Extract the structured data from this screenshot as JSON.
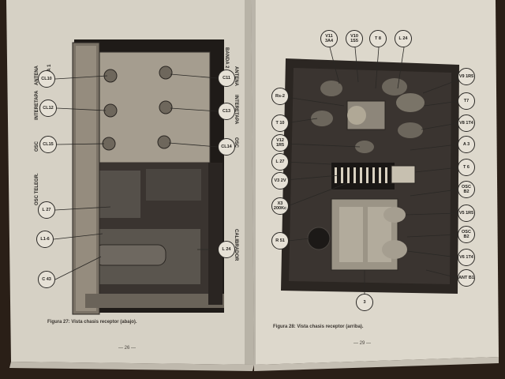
{
  "left_page": {
    "caption": "Figura 27: Vista chasis receptor (abajo).",
    "page_number": "— 26 —",
    "side_labels": {
      "banda1": "BANDA 1",
      "antena": "ANTENA",
      "interetapa": "INTERETAPA",
      "osc": "OSC",
      "osc_teleg": "OSC TELEGR.",
      "banda2": "BANDA 2",
      "antena2": "ANTENA",
      "interetapa2": "INTERETAPA",
      "osc2": "OSC",
      "calibrador": "CALIBRADOR"
    },
    "callouts": [
      "CL10",
      "CL12",
      "CL15",
      "L 27",
      "L1-6",
      "C 43",
      "C11",
      "C13",
      "CL14",
      "L 24"
    ]
  },
  "right_page": {
    "caption": "Figura 28: Vista chasis receptor (arriba).",
    "page_number": "— 29 —",
    "callouts": [
      "V11 3A4",
      "V10 1S5",
      "T 8",
      "L 24",
      "V9 1R5",
      "Rs-2",
      "T7",
      "T 10",
      "V12 1R5",
      "V8 1T4",
      "L 27",
      "A 3",
      "V3 2V",
      "T 6",
      "X3 200Kc",
      "OSC B2",
      "V5 1R5",
      "R 51",
      "OSC B2",
      "V6 1T4",
      "ANT B1",
      "3"
    ]
  },
  "colors": {
    "paper": "#d9d4c8",
    "chassis_dark": "#2b2622",
    "metal": "#8a8378"
  }
}
